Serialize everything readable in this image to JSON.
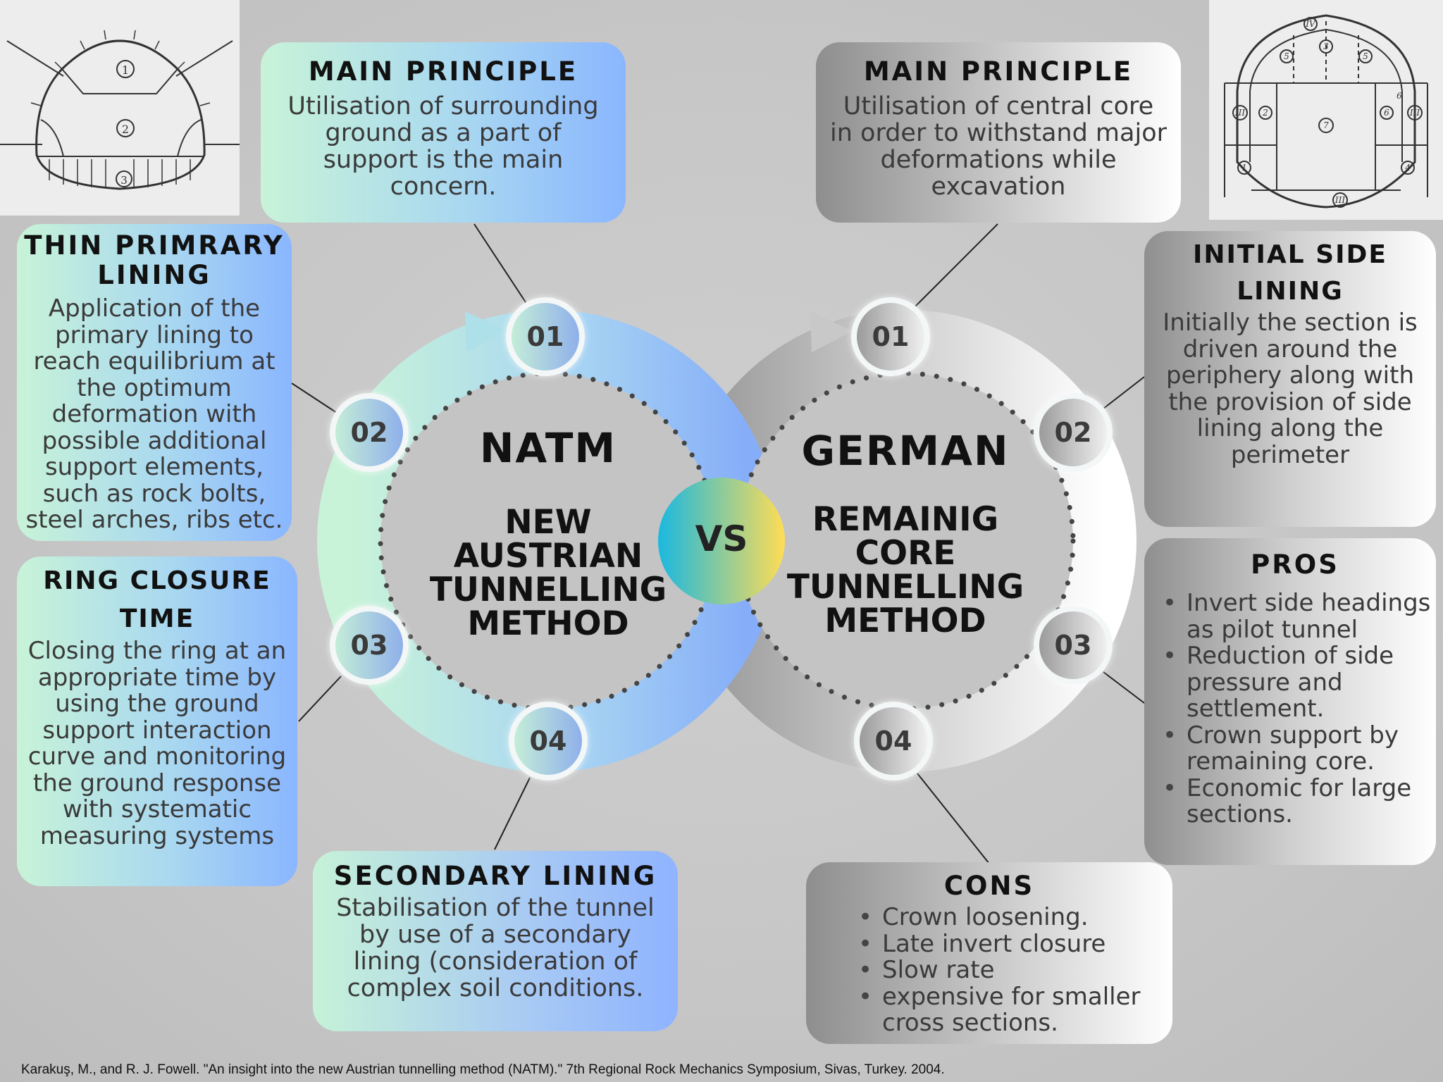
{
  "natm": {
    "title": "NATM",
    "subtitle": "NEW AUSTRIAN TUNNELLING METHOD",
    "main_principle": {
      "title": "MAIN PRINCIPLE",
      "text": "Utilisation of surrounding ground as a part of support is the main concern."
    },
    "thin_lining": {
      "title": "THIN PRIMRARY LINING",
      "text": "Application of the primary lining to reach equilibrium at the optimum deformation with possible additional support elements, such as rock bolts, steel arches, ribs etc."
    },
    "ring_closure": {
      "title": "RING CLOSURE TIME",
      "text": "Closing the ring at an appropriate time by using the ground support interaction curve and monitoring the ground response with systematic measuring systems"
    },
    "secondary_lining": {
      "title": "SECONDARY LINING",
      "text": "Stabilisation of the tunnel by use of a secondary lining (consideration of complex soil conditions."
    },
    "steps": [
      "01",
      "02",
      "03",
      "04"
    ],
    "sketch_labels": [
      "1",
      "2",
      "3"
    ]
  },
  "versus": "VS",
  "german": {
    "title": "GERMAN",
    "subtitle": "REMAINIG CORE TUNNELLING METHOD",
    "main_principle": {
      "title": "MAIN PRINCIPLE",
      "text": "Utilisation of central core in order to withstand major deformations while excavation"
    },
    "initial_side_lining": {
      "title": "INITIAL SIDE LINING",
      "text": "Initially the section is driven around the periphery along with the provision of side lining along the perimeter"
    },
    "pros": {
      "title": "PROS",
      "items": [
        "Invert side headings as pilot tunnel",
        "Reduction of side pressure and settlement.",
        "Crown support by remaining core.",
        "Economic for large sections."
      ]
    },
    "cons": {
      "title": "CONS",
      "items": [
        "Crown loosening.",
        "Late invert closure",
        "Slow rate",
        "expensive for smaller cross sections."
      ]
    },
    "steps": [
      "01",
      "02",
      "03",
      "04"
    ],
    "sketch_labels": [
      "1",
      "2",
      "3",
      "4",
      "5",
      "5",
      "6",
      "6",
      "7",
      "III",
      "III",
      "III",
      "IV"
    ]
  },
  "citation": "Karakuş, M., and R. J. Fowell. \"An insight into the new Austrian tunnelling method (NATM).\" 7th Regional Rock Mechanics Symposium, Sivas, Turkey. 2004.",
  "colors": {
    "natm_start": "#c8f3d8",
    "natm_end": "#8ab6ff",
    "german_start": "#8e8e8e",
    "german_end": "#ffffff",
    "vs_start": "#1ab8e0",
    "vs_end": "#ffdd55",
    "background": "#c9c9c9"
  }
}
